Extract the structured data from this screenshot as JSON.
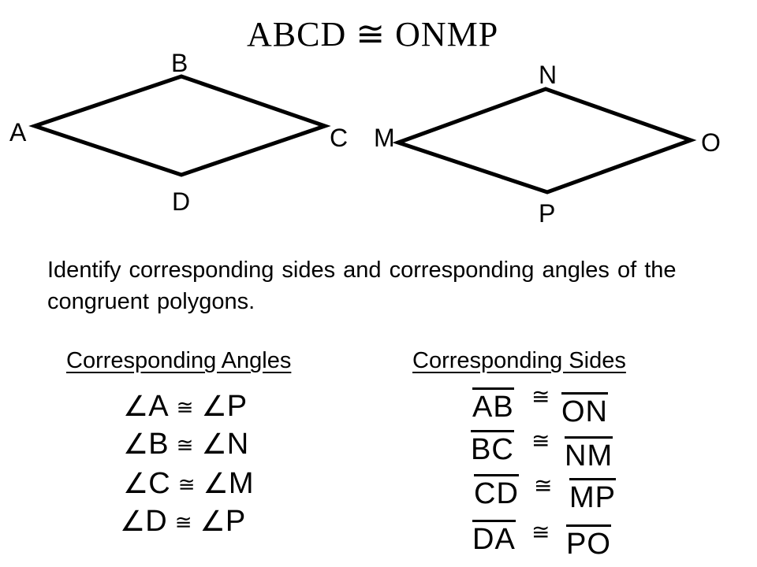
{
  "title": "ABCD ≅ ONMP",
  "colors": {
    "ink": "#000000",
    "background": "#ffffff"
  },
  "figure1": {
    "labels": {
      "A": "A",
      "B": "B",
      "C": "C",
      "D": "D"
    }
  },
  "figure2": {
    "labels": {
      "M": "M",
      "N": "N",
      "O": "O",
      "P": "P"
    }
  },
  "prompt": "Identify corresponding sides and corresponding angles of the congruent polygons.",
  "angles": {
    "heading": "Corresponding Angles",
    "angle_symbol": "∠",
    "congruent_symbol": "≅",
    "rows": [
      {
        "left": "A",
        "right": "P"
      },
      {
        "left": "B",
        "right": "N"
      },
      {
        "left": "C",
        "right": "M"
      },
      {
        "left": "D",
        "right": "P"
      }
    ]
  },
  "sides": {
    "heading": "Corresponding Sides",
    "congruent_symbol": "≅",
    "rows": [
      {
        "left": "AB",
        "right": "ON"
      },
      {
        "left": "BC",
        "right": "NM"
      },
      {
        "left": "CD",
        "right": "MP"
      },
      {
        "left": "DA",
        "right": "PO"
      }
    ]
  }
}
